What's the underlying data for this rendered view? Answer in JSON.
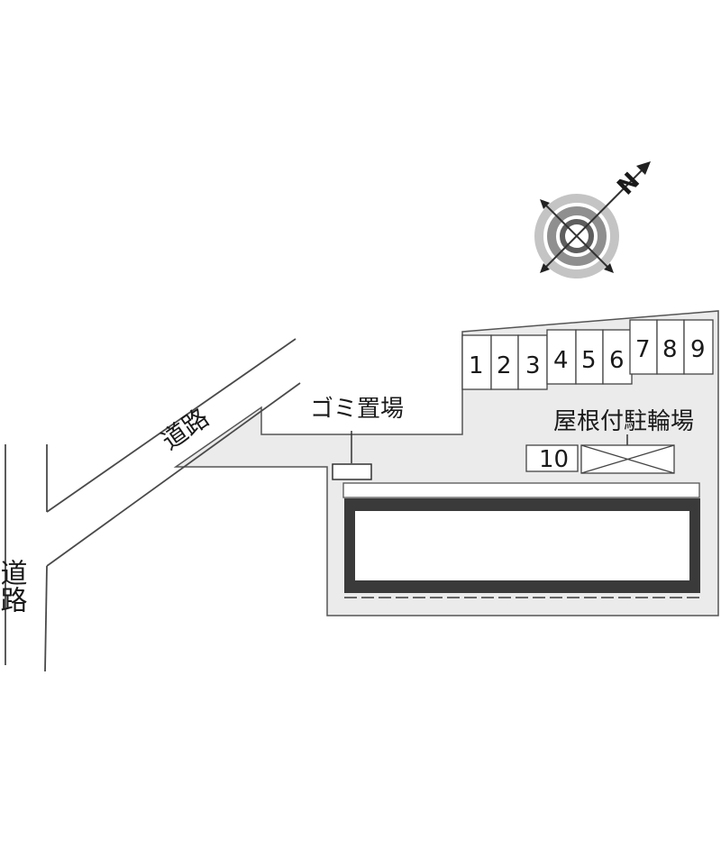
{
  "map": {
    "compass": {
      "north_label": "N"
    },
    "roads": {
      "diagonal_label": "道路",
      "vertical_label": "道路"
    },
    "garbage_area_label": "ゴミ置場",
    "bicycle_parking_label": "屋根付駐輪場",
    "parking_spaces": [
      "1",
      "2",
      "3",
      "4",
      "5",
      "6",
      "7",
      "8",
      "9",
      "10"
    ]
  },
  "colors": {
    "lot_fill": "#ebebeb",
    "line": "#4a4a4a",
    "building_border": "#3c3c3c",
    "compass_gray": "#8a8a8a"
  }
}
